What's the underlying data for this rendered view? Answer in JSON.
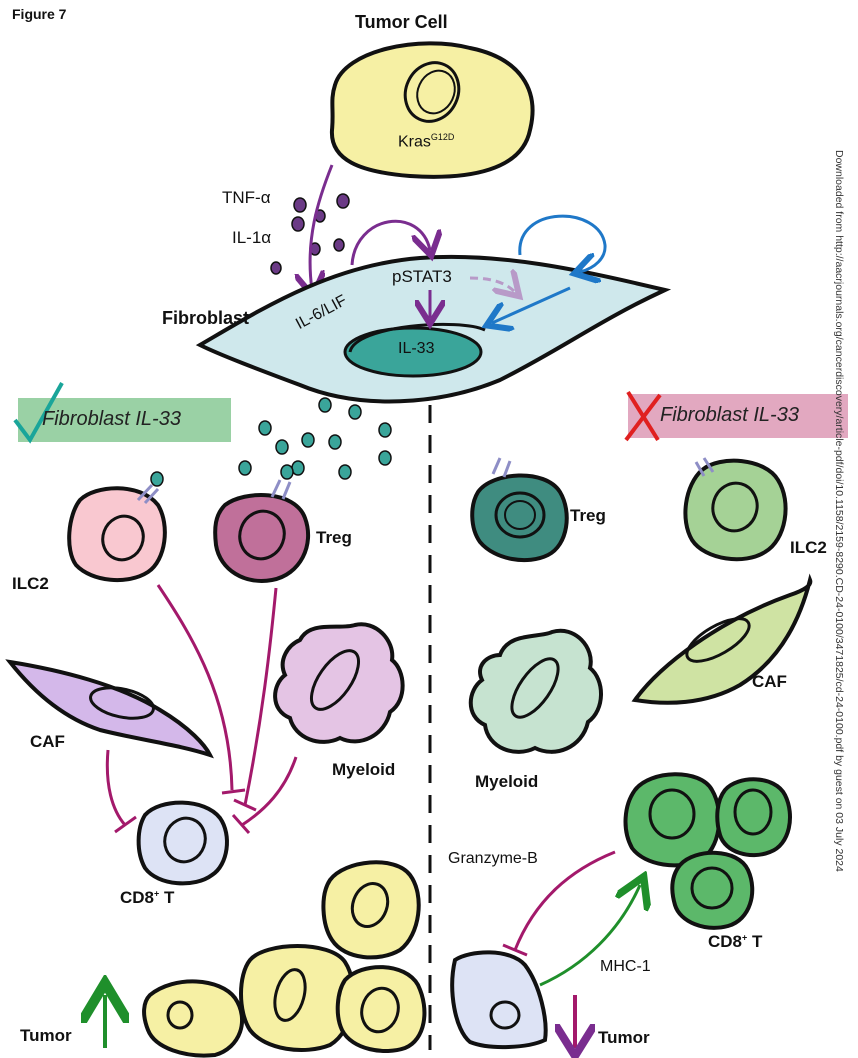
{
  "figure_label": "Figure 7",
  "tumor_cell": {
    "title": "Tumor Cell",
    "gene": "Kras",
    "gene_sup": "G12D"
  },
  "cytokines": {
    "tnf": "TNF-α",
    "il1": "IL-1α"
  },
  "fibroblast": {
    "label": "Fibroblast",
    "il6": "IL-6/LIF",
    "pstat3": "pSTAT3",
    "il33": "IL-33"
  },
  "left_panel": {
    "banner": "Fibroblast IL-33",
    "banner_mark": "check",
    "ilc2": "ILC2",
    "treg": "Treg",
    "caf": "CAF",
    "myeloid": "Myeloid",
    "cd8": "CD8",
    "cd8_sup": "+",
    "cd8_suffix": " T",
    "tumor": "Tumor",
    "tumor_arrow": "up"
  },
  "right_panel": {
    "banner": "Fibroblast IL-33",
    "banner_mark": "cross",
    "treg": "Treg",
    "ilc2": "ILC2",
    "caf": "CAF",
    "myeloid": "Myeloid",
    "granzyme": "Granzyme-B",
    "mhc": "MHC-1",
    "cd8": "CD8",
    "cd8_sup": "+",
    "cd8_suffix": " T",
    "tumor": "Tumor",
    "tumor_arrow": "down"
  },
  "watermark": "Downloaded from http://aacrjournals.org/cancerdiscovery/article-pdf/doi/10.1158/2159-8290.CD-24-0100/3471825/cd-24-0100.pdf by guest on 03 July 2024",
  "colors": {
    "tumor_yellow": "#f6f0a4",
    "fibroblast_blue": "#cfe8ec",
    "il33_teal": "#3aa59a",
    "purple_arrow": "#7a2d8f",
    "blue_arrow": "#1f78c8",
    "inhibit_magenta": "#a3196b",
    "green_arrow": "#1f8f2b",
    "banner_green": "#9ad1a5",
    "banner_pink": "#e2a8c0"
  }
}
